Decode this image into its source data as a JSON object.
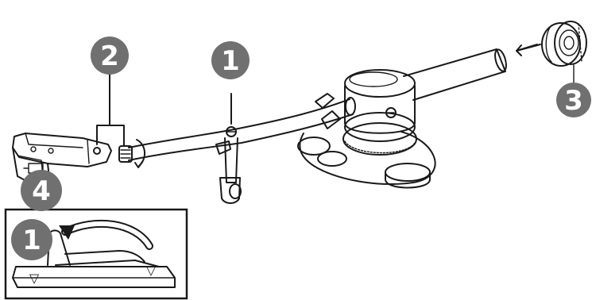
{
  "callouts": {
    "lift_control": "1",
    "headshell_joint": "2",
    "counterweight": "3",
    "headshell": "4",
    "inset": "1"
  },
  "inset": {
    "left_mark": "▽",
    "right_mark": "▽"
  },
  "colors": {
    "ink": "#1a1a1a",
    "badge": "#707070",
    "paper": "#ffffff"
  }
}
